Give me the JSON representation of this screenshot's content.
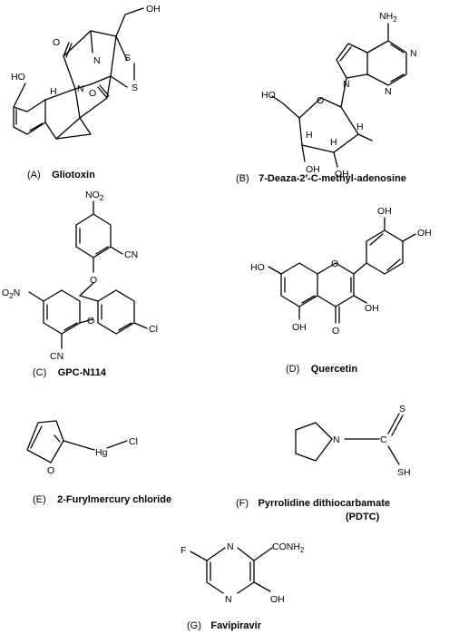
{
  "compounds": [
    {
      "letter": "(A)",
      "name": "Gliotoxin"
    },
    {
      "letter": "(B)",
      "name": "7-Deaza-2′-C-methyl-adenosine"
    },
    {
      "letter": "(C)",
      "name": "GPC-N114"
    },
    {
      "letter": "(D)",
      "name": "Quercetin"
    },
    {
      "letter": "(E)",
      "name": "2-Furylmercury chloride"
    },
    {
      "letter": "(F)",
      "name": "Pyrrolidine dithiocarbamate",
      "name2": "(PDTC)"
    },
    {
      "letter": "(G)",
      "name": "Favipiravir"
    }
  ],
  "atoms": {
    "a": {
      "oh_top": "OH",
      "o1": "O",
      "n1": "N",
      "s1": "S",
      "s2": "S",
      "o2": "O",
      "n2": "N",
      "ho": "HO",
      "h": "H"
    },
    "b": {
      "nh2": "NH",
      "nh2_sub": "2",
      "n1": "N",
      "n2": "N",
      "n3": "N",
      "ho": "HO",
      "o": "O",
      "h1": "H",
      "h2": "H",
      "oh1": "OH",
      "oh2": "OH",
      "me": "H"
    },
    "c": {
      "no2_top": "NO",
      "no2_top_sub": "2",
      "cn1": "CN",
      "o1": "O",
      "o2": "O",
      "no2_left": "O",
      "no2_left_sub": "2",
      "no2_left_n": "N",
      "cn2": "CN",
      "cl": "Cl"
    },
    "d": {
      "oh1": "OH",
      "oh2": "OH",
      "ho": "HO",
      "o_ring": "O",
      "oh3": "OH",
      "oh4": "OH",
      "o_keto": "O"
    },
    "e": {
      "o": "O",
      "hg": "Hg",
      "cl": "Cl"
    },
    "f": {
      "n": "N",
      "c": "C",
      "s1": "S",
      "sh": "SH"
    },
    "g": {
      "f": "F",
      "n1": "N",
      "n2": "N",
      "conh2": "CONH",
      "conh2_sub": "2",
      "oh": "OH"
    }
  }
}
